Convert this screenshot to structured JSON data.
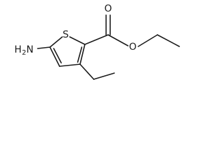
{
  "molecule": {
    "atoms": {
      "sulfur": "S",
      "carbonyl_oxygen": "O",
      "ester_oxygen": "O",
      "amine_prefix": "H",
      "amine_subscript": "2",
      "amine_suffix": "N"
    },
    "colors": {
      "ink": "#1a1a1a",
      "background": "#ffffff"
    }
  }
}
